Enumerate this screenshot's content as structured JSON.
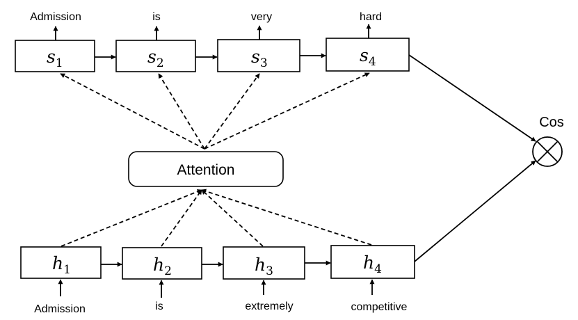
{
  "top_row": {
    "cells": [
      {
        "symbol": "s",
        "index": "1",
        "output_word": "Admission"
      },
      {
        "symbol": "s",
        "index": "2",
        "output_word": "is"
      },
      {
        "symbol": "s",
        "index": "3",
        "output_word": "very"
      },
      {
        "symbol": "s",
        "index": "4",
        "output_word": "hard"
      }
    ]
  },
  "bottom_row": {
    "cells": [
      {
        "symbol": "h",
        "index": "1",
        "input_word": "Admission"
      },
      {
        "symbol": "h",
        "index": "2",
        "input_word": "is"
      },
      {
        "symbol": "h",
        "index": "3",
        "input_word": "extremely"
      },
      {
        "symbol": "h",
        "index": "4",
        "input_word": "competitive"
      }
    ]
  },
  "attention": {
    "label": "Attention"
  },
  "similarity": {
    "label": "Cos"
  }
}
